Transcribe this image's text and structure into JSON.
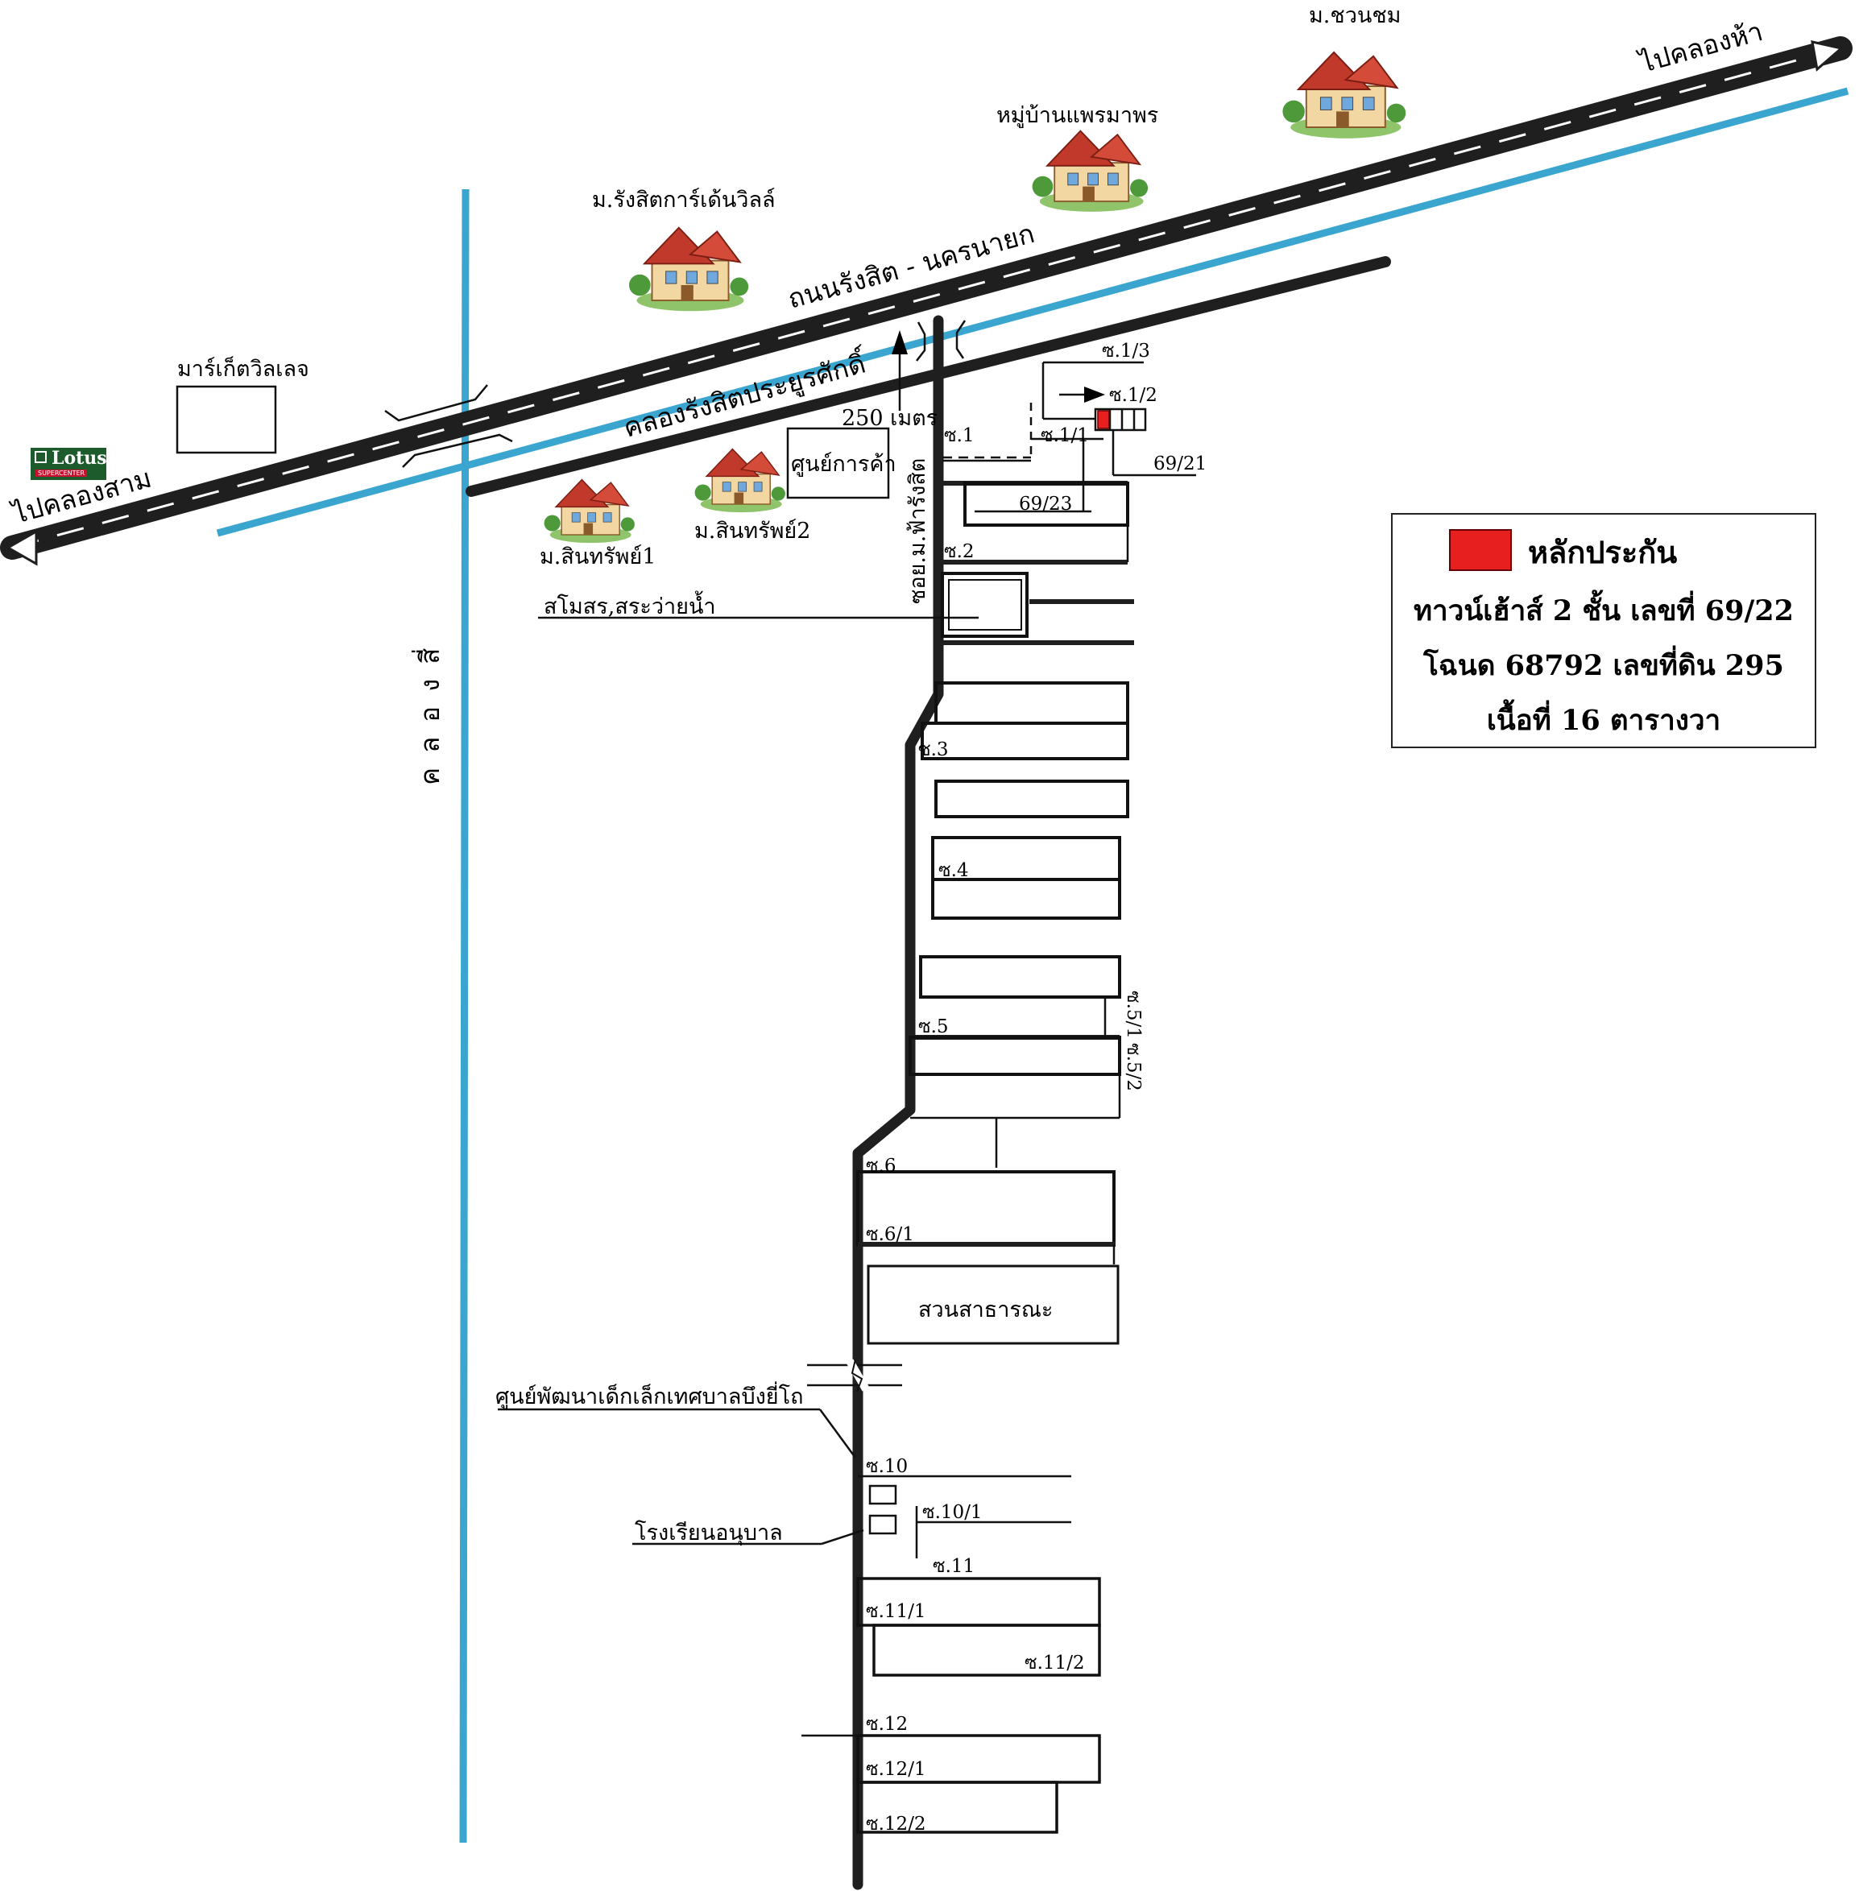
{
  "roads": {
    "main_highway": "ถนนรังสิต - นครนายก",
    "to_klong5": "ไปคลองห้า",
    "to_klong3": "ไปคลองสาม",
    "main_soi": "ซอย.ม.ฟ้ารังสิต",
    "distance": "250 เมตร"
  },
  "canals": {
    "rangsit_canal": "คลองรังสิตประยูรศักดิ์",
    "klong4": "คลองสี่"
  },
  "landmarks": {
    "market_village": "มาร์เก็ตวิลเลจ",
    "lotus_name": "Lotus",
    "lotus_sub": "SUPERCENTER",
    "rangsit_garden": "ม.รังสิตการ์เด้นวิลล์",
    "praemaporn": "หมู่บ้านแพรมาพร",
    "chuanchom": "ม.ชวนชม",
    "sinsap1": "ม.สินทรัพย์1",
    "sinsap2": "ม.สินทรัพย์2",
    "shopping_center": "ศูนย์การค้า",
    "club_pool": "สโมสร,สระว่ายน้ำ",
    "public_park": "สวนสาธารณะ",
    "child_center": "ศูนย์พัฒนาเด็กเล็กเทศบาลบึงยี่โถ",
    "kindergarten": "โรงเรียนอนุบาล"
  },
  "house_numbers": {
    "h6921": "69/21",
    "h6923": "69/23"
  },
  "sois": {
    "s1": "ซ.1",
    "s1_1": "ซ.1/1",
    "s1_2": "ซ.1/2",
    "s1_3": "ซ.1/3",
    "s2": "ซ.2",
    "s3": "ซ.3",
    "s4": "ซ.4",
    "s5": "ซ.5",
    "s5_1": "ซ.5/1",
    "s5_2": "ซ.5/2",
    "s6": "ซ.6",
    "s6_1": "ซ.6/1",
    "s10": "ซ.10",
    "s10_1": "ซ.10/1",
    "s11": "ซ.11",
    "s11_1": "ซ.11/1",
    "s11_2": "ซ.11/2",
    "s12": "ซ.12",
    "s12_1": "ซ.12/1",
    "s12_2": "ซ.12/2"
  },
  "legend": {
    "title": "หลักประกัน",
    "line1": "ทาวน์เฮ้าส์ 2 ชั้น เลขที่ 69/22",
    "line2": "โฉนด 68792   เลขที่ดิน 295",
    "line3": "เนื้อที่ 16 ตารางวา"
  },
  "colors": {
    "road": "#1f1f1f",
    "canal": "#3aa6cf",
    "collateral": "#e81f1f",
    "house_roof": "#c0392b"
  },
  "icons": [
    "house-icon",
    "arrow-right-icon",
    "arrow-up-icon"
  ]
}
